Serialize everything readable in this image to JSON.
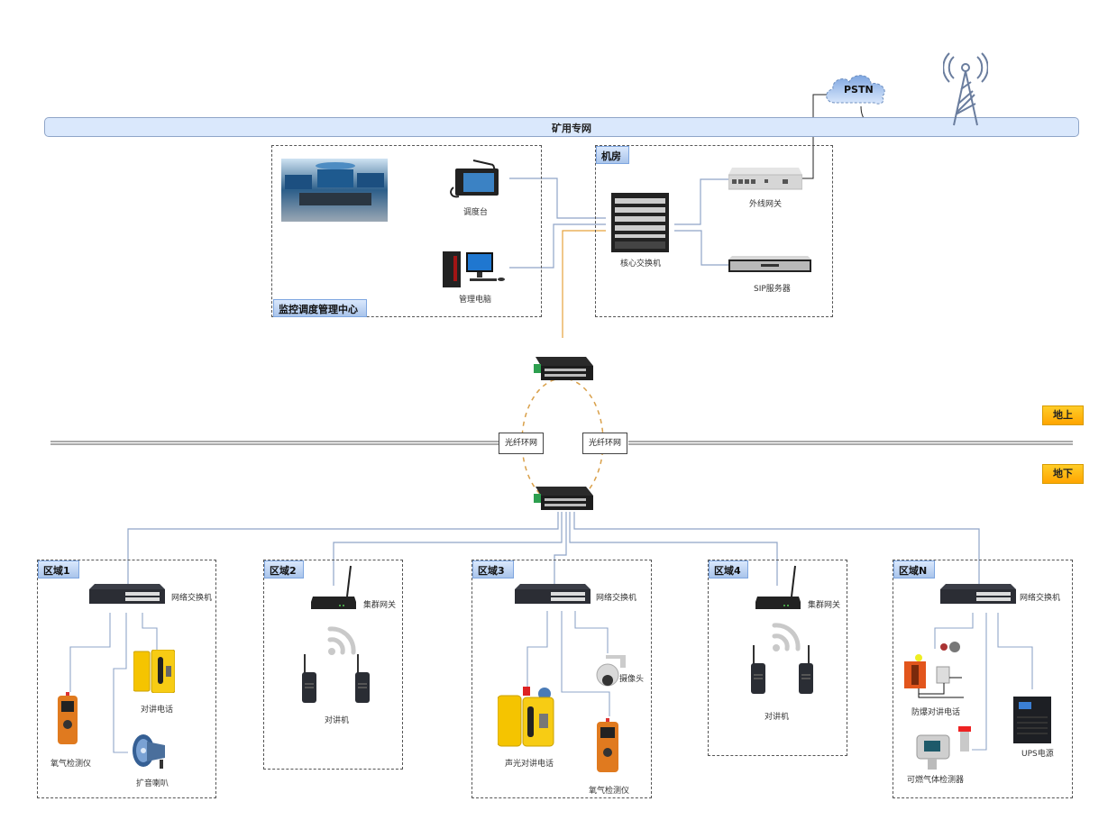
{
  "network_bar": {
    "title": "矿用专网"
  },
  "pstn": {
    "label": "PSTN"
  },
  "monitor_center": {
    "title": "监控调度管理中心",
    "devices": {
      "dispatch_console": "调度台",
      "mgmt_pc": "管理电脑"
    }
  },
  "server_room": {
    "title": "机房",
    "devices": {
      "core_switch": "核心交换机",
      "trunk_gateway": "外线网关",
      "sip_server": "SIP服务器"
    }
  },
  "fiber_ring": {
    "left_label": "光纤环网",
    "right_label": "光纤环网"
  },
  "ground": {
    "above": "地上",
    "below": "地下"
  },
  "zones": [
    {
      "title": "区域1",
      "switch": "网络交换机",
      "items": [
        "氧气检测仪",
        "对讲电话",
        "扩音喇叭"
      ]
    },
    {
      "title": "区域2",
      "gateway": "集群网关",
      "items": [
        "对讲机"
      ]
    },
    {
      "title": "区域3",
      "switch": "网络交换机",
      "items": [
        "摄像头",
        "声光对讲电话",
        "氧气检测仪"
      ]
    },
    {
      "title": "区域4",
      "gateway": "集群网关",
      "items": [
        "对讲机"
      ]
    },
    {
      "title": "区域N",
      "switch": "网络交换机",
      "items": [
        "防爆对讲电话",
        "UPS电源",
        "可燃气体检测器"
      ]
    }
  ],
  "colors": {
    "link": "#8fa5c8",
    "fiber": "#e6a23c",
    "bar_fill": "#dae8fc",
    "zone_tag": "#a9c4eb",
    "ground_tag": "#ffb31a"
  }
}
